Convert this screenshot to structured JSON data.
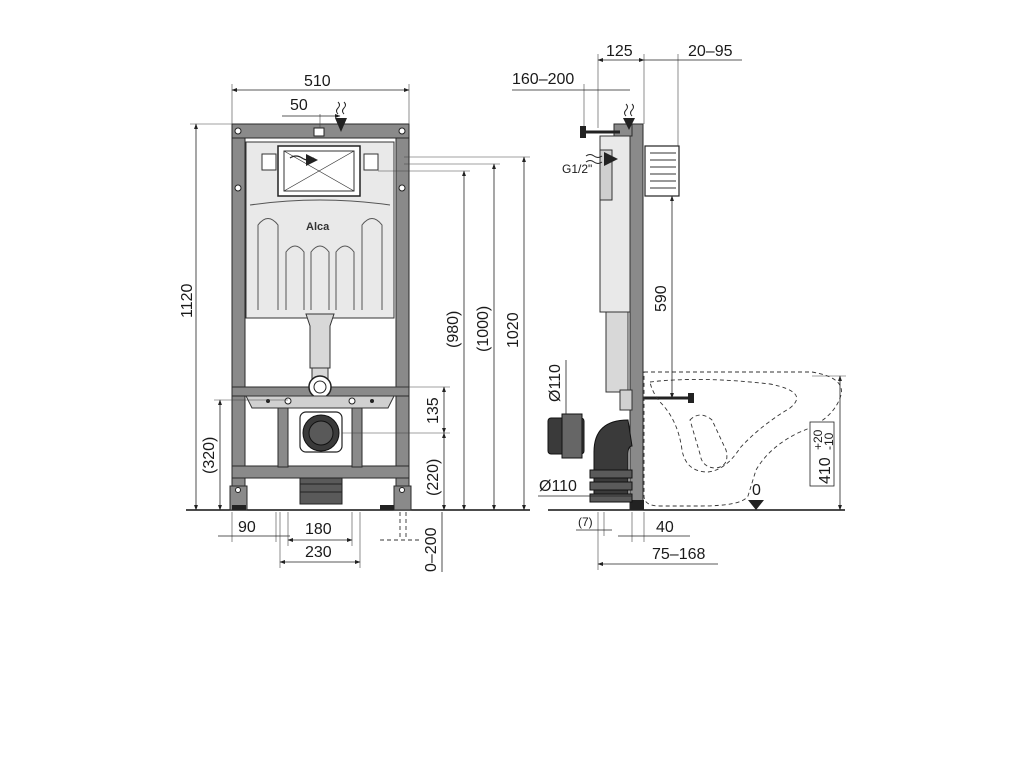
{
  "brand": "Alca",
  "front_view": {
    "width_total": "510",
    "button_offset": "50",
    "height_total": "1120",
    "height_320": "(320)",
    "height_220": "(220)",
    "height_135": "135",
    "height_980": "(980)",
    "height_1000": "(1000)",
    "height_1020": "1020",
    "width_90": "90",
    "width_180": "180",
    "width_230": "230",
    "adjust_0_200": "0–200"
  },
  "side_view": {
    "depth_125": "125",
    "depth_20_95": "20–95",
    "depth_160_200": "160–200",
    "water_inlet": "G1/2\"",
    "height_590": "590",
    "pipe_d110_top": "Ø110",
    "pipe_d110_bottom": "Ø110",
    "offset_7": "(7)",
    "depth_40": "40",
    "depth_75_168": "75–168",
    "floor_level": "0",
    "bowl_height": "410",
    "bowl_tol_plus": "+20",
    "bowl_tol_minus": "-10"
  }
}
